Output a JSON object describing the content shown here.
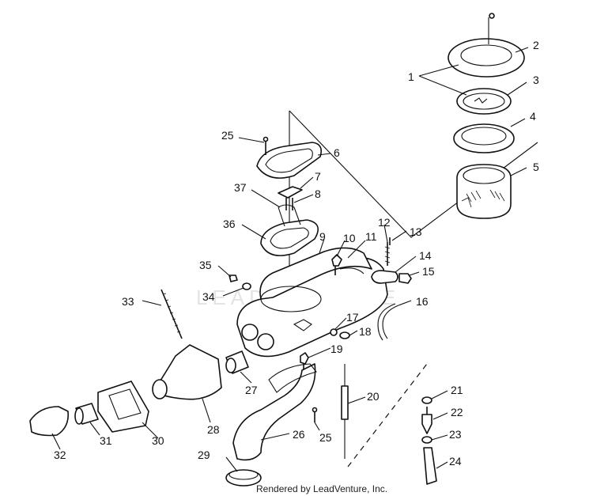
{
  "watermark": "LEADVENTURE",
  "credit": "Rendered by LeadVenture, Inc.",
  "callouts": [
    {
      "id": "1",
      "text": "1"
    },
    {
      "id": "2",
      "text": "2"
    },
    {
      "id": "3",
      "text": "3"
    },
    {
      "id": "4",
      "text": "4"
    },
    {
      "id": "5",
      "text": "5"
    },
    {
      "id": "6",
      "text": "6"
    },
    {
      "id": "7",
      "text": "7"
    },
    {
      "id": "8",
      "text": "8"
    },
    {
      "id": "9",
      "text": "9"
    },
    {
      "id": "10",
      "text": "10"
    },
    {
      "id": "11",
      "text": "11"
    },
    {
      "id": "12",
      "text": "12"
    },
    {
      "id": "13",
      "text": "13"
    },
    {
      "id": "14",
      "text": "14"
    },
    {
      "id": "15",
      "text": "15"
    },
    {
      "id": "16",
      "text": "16"
    },
    {
      "id": "17",
      "text": "17"
    },
    {
      "id": "18",
      "text": "18"
    },
    {
      "id": "19",
      "text": "19"
    },
    {
      "id": "20",
      "text": "20"
    },
    {
      "id": "21",
      "text": "21"
    },
    {
      "id": "22",
      "text": "22"
    },
    {
      "id": "23",
      "text": "23"
    },
    {
      "id": "24",
      "text": "24"
    },
    {
      "id": "25a",
      "text": "25"
    },
    {
      "id": "25b",
      "text": "25"
    },
    {
      "id": "26",
      "text": "26"
    },
    {
      "id": "27",
      "text": "27"
    },
    {
      "id": "28",
      "text": "28"
    },
    {
      "id": "29",
      "text": "29"
    },
    {
      "id": "30",
      "text": "30"
    },
    {
      "id": "31",
      "text": "31"
    },
    {
      "id": "32",
      "text": "32"
    },
    {
      "id": "33",
      "text": "33"
    },
    {
      "id": "34",
      "text": "34"
    },
    {
      "id": "35",
      "text": "35"
    },
    {
      "id": "36",
      "text": "36"
    },
    {
      "id": "37",
      "text": "37"
    }
  ]
}
